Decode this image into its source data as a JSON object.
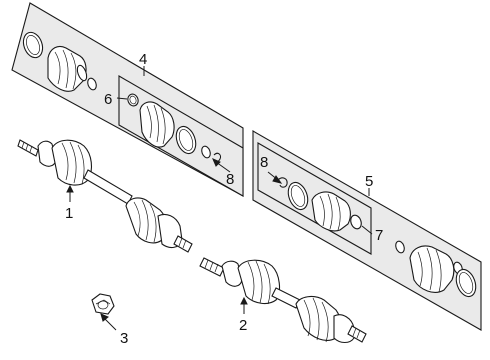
{
  "diagram": {
    "background": "#ffffff",
    "line_color": "#1a1a1a",
    "panel_fill": "#eaeaea",
    "callouts": {
      "c1": "1",
      "c2": "2",
      "c3": "3",
      "c4": "4",
      "c5": "5",
      "c6": "6",
      "c7": "7",
      "c8a": "8",
      "c8b": "8"
    },
    "parts": [
      {
        "callout": "1",
        "name": "front-left-axle-shaft",
        "icon": "drive-axle-icon"
      },
      {
        "callout": "2",
        "name": "front-right-axle-shaft",
        "icon": "drive-axle-icon"
      },
      {
        "callout": "3",
        "name": "axle-nut",
        "icon": "nut-icon"
      },
      {
        "callout": "4",
        "name": "outer-boot-kit",
        "icon": "boot-kit-icon"
      },
      {
        "callout": "5",
        "name": "inner-boot-kit",
        "icon": "boot-kit-icon"
      },
      {
        "callout": "6",
        "name": "boot-clamp",
        "icon": "clamp-icon"
      },
      {
        "callout": "7",
        "name": "boot-clamp",
        "icon": "clamp-icon"
      },
      {
        "callout": "8",
        "name": "snap-ring",
        "icon": "snap-ring-icon"
      }
    ]
  }
}
